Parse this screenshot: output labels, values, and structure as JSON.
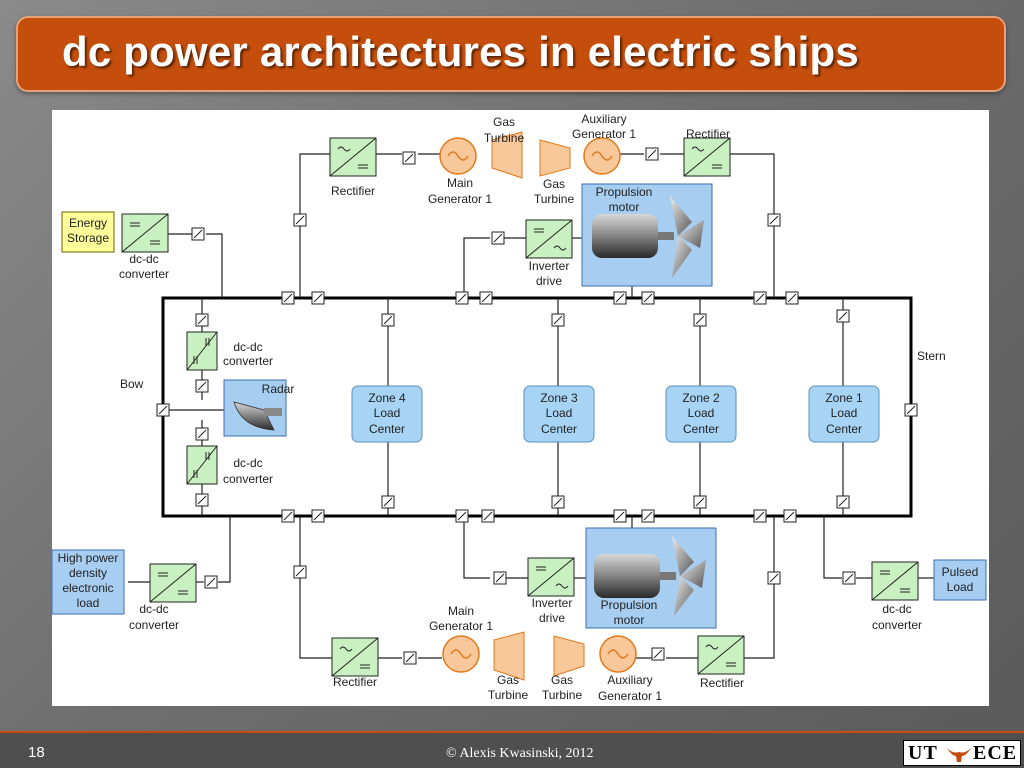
{
  "slide": {
    "title": "dc power architectures in electric ships",
    "page_number": "18",
    "copyright": "© Alexis Kwasinski, 2012",
    "logo": {
      "left": "UT",
      "right": "ECE"
    }
  },
  "diagram": {
    "labels": {
      "bow": "Bow",
      "stern": "Stern",
      "energy_storage_1": "Energy",
      "energy_storage_2": "Storage",
      "dcdc_1": "dc-dc",
      "converter": "converter",
      "radar": "Radar",
      "rectifier": "Rectifier",
      "main_generator": "Main",
      "generator_1": "Generator 1",
      "gas": "Gas",
      "turbine": "Turbine",
      "auxiliary": "Auxiliary",
      "inverter": "Inverter",
      "drive": "drive",
      "propulsion": "Propulsion",
      "motor": "motor",
      "high_power_1": "High power",
      "high_power_2": "density",
      "high_power_3": "electronic",
      "high_power_4": "load",
      "pulsed_1": "Pulsed",
      "pulsed_2": "Load"
    },
    "zones": [
      {
        "line1": "Zone 4",
        "line2": "Load",
        "line3": "Center"
      },
      {
        "line1": "Zone 3",
        "line2": "Load",
        "line3": "Center"
      },
      {
        "line1": "Zone 2",
        "line2": "Load",
        "line3": "Center"
      },
      {
        "line1": "Zone 1",
        "line2": "Load",
        "line3": "Center"
      }
    ]
  },
  "colors": {
    "title_bar": "#c64e0c",
    "converter": "#c9f0c0",
    "zone": "#a7d4f5",
    "generator": "#f8c89a",
    "energy_storage": "#ffff99"
  }
}
